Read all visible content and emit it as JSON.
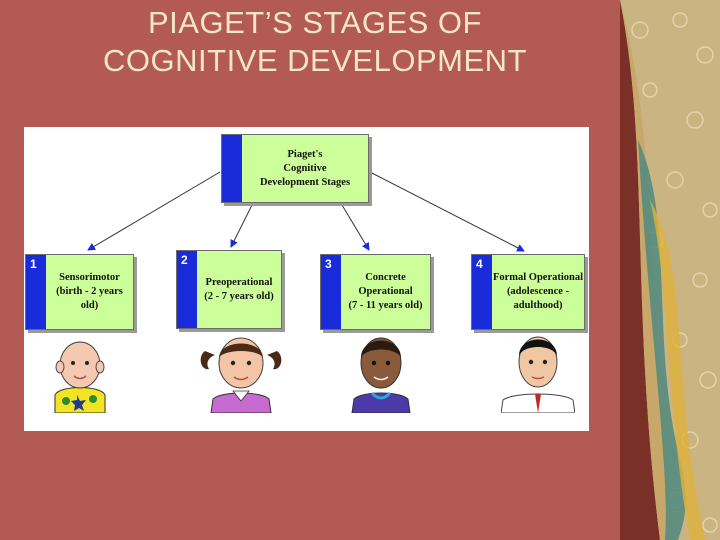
{
  "slide": {
    "title_line1": "PIAGET’S STAGES OF",
    "title_line2": "COGNITIVE DEVELOPMENT"
  },
  "diagram": {
    "root": {
      "line1": "Piaget's",
      "line2": "Cognitive",
      "line3": "Development Stages"
    },
    "stages": [
      {
        "number": "1",
        "name": "Sensorimotor",
        "detail1": "(birth - 2 years",
        "detail2": "old)"
      },
      {
        "number": "2",
        "name": "Preoperational",
        "detail1": "(2 - 7 years old)",
        "detail2": ""
      },
      {
        "number": "3",
        "name": "Concrete",
        "detail1": "Operational",
        "detail2": "(7 - 11 years old)"
      },
      {
        "number": "4",
        "name": "Formal Operational",
        "detail1": "(adolescence -",
        "detail2": "adulthood)"
      }
    ],
    "colors": {
      "box_fill": "#ccff99",
      "box_bar": "#1a2bd9",
      "background": "#b45a54"
    }
  }
}
